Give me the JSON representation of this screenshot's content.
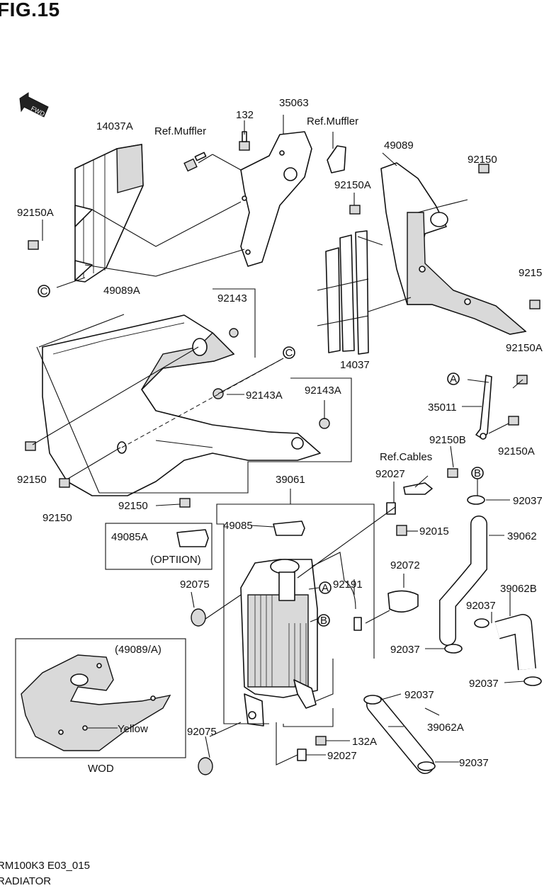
{
  "figure": {
    "title": "FIG.15",
    "footer_code": "RM100K3 E03_015",
    "footer_name": "RADIATOR"
  },
  "fwd_arrow": "FWD",
  "labels": {
    "p14037A": "14037A",
    "ref_muffler_1": "Ref.Muffler",
    "p132_top": "132",
    "p35063": "35063",
    "ref_muffler_2": "Ref.Muffler",
    "p49089": "49089",
    "p92150_tr": "92150",
    "p92150A_left": "92150A",
    "p92150A_mid": "92150A",
    "p9215_edge": "9215",
    "ref_c_top": "C",
    "p49089A": "49089A",
    "p92143": "92143",
    "ref_c_mid": "C",
    "p14037": "14037",
    "p92150A_r1": "92150A",
    "ref_a_right": "A",
    "p92143A_1": "92143A",
    "p92143A_2": "92143A",
    "p35011": "35011",
    "p92150_l1": "92150",
    "p92150_l2": "92150",
    "p92150_l3": "92150",
    "p92150A_r2": "92150A",
    "p92150B": "92150B",
    "ref_cables": "Ref.Cables",
    "p92027_top": "92027",
    "ref_b_right": "B",
    "p92037_r1": "92037",
    "p39061": "39061",
    "p49085": "49085",
    "p49085A": "49085A",
    "option": "(OPTIION)",
    "p92015": "92015",
    "p39062": "39062",
    "p92191": "92191",
    "p92072": "92072",
    "p92075_top": "92075",
    "ref_a_rad": "A",
    "ref_b_rad": "B",
    "p39062B": "39062B",
    "p92037_mid": "92037",
    "p92037_l": "92037",
    "p92037_r2": "92037",
    "p49089A_inset": "(49089/A)",
    "yellow": "Yellow",
    "wod": "WOD",
    "p92037_bot1": "92037",
    "p92075_bot": "92075",
    "p39062A": "39062A",
    "p132A": "132A",
    "p92027_bot": "92027",
    "p92037_bot2": "92037"
  }
}
